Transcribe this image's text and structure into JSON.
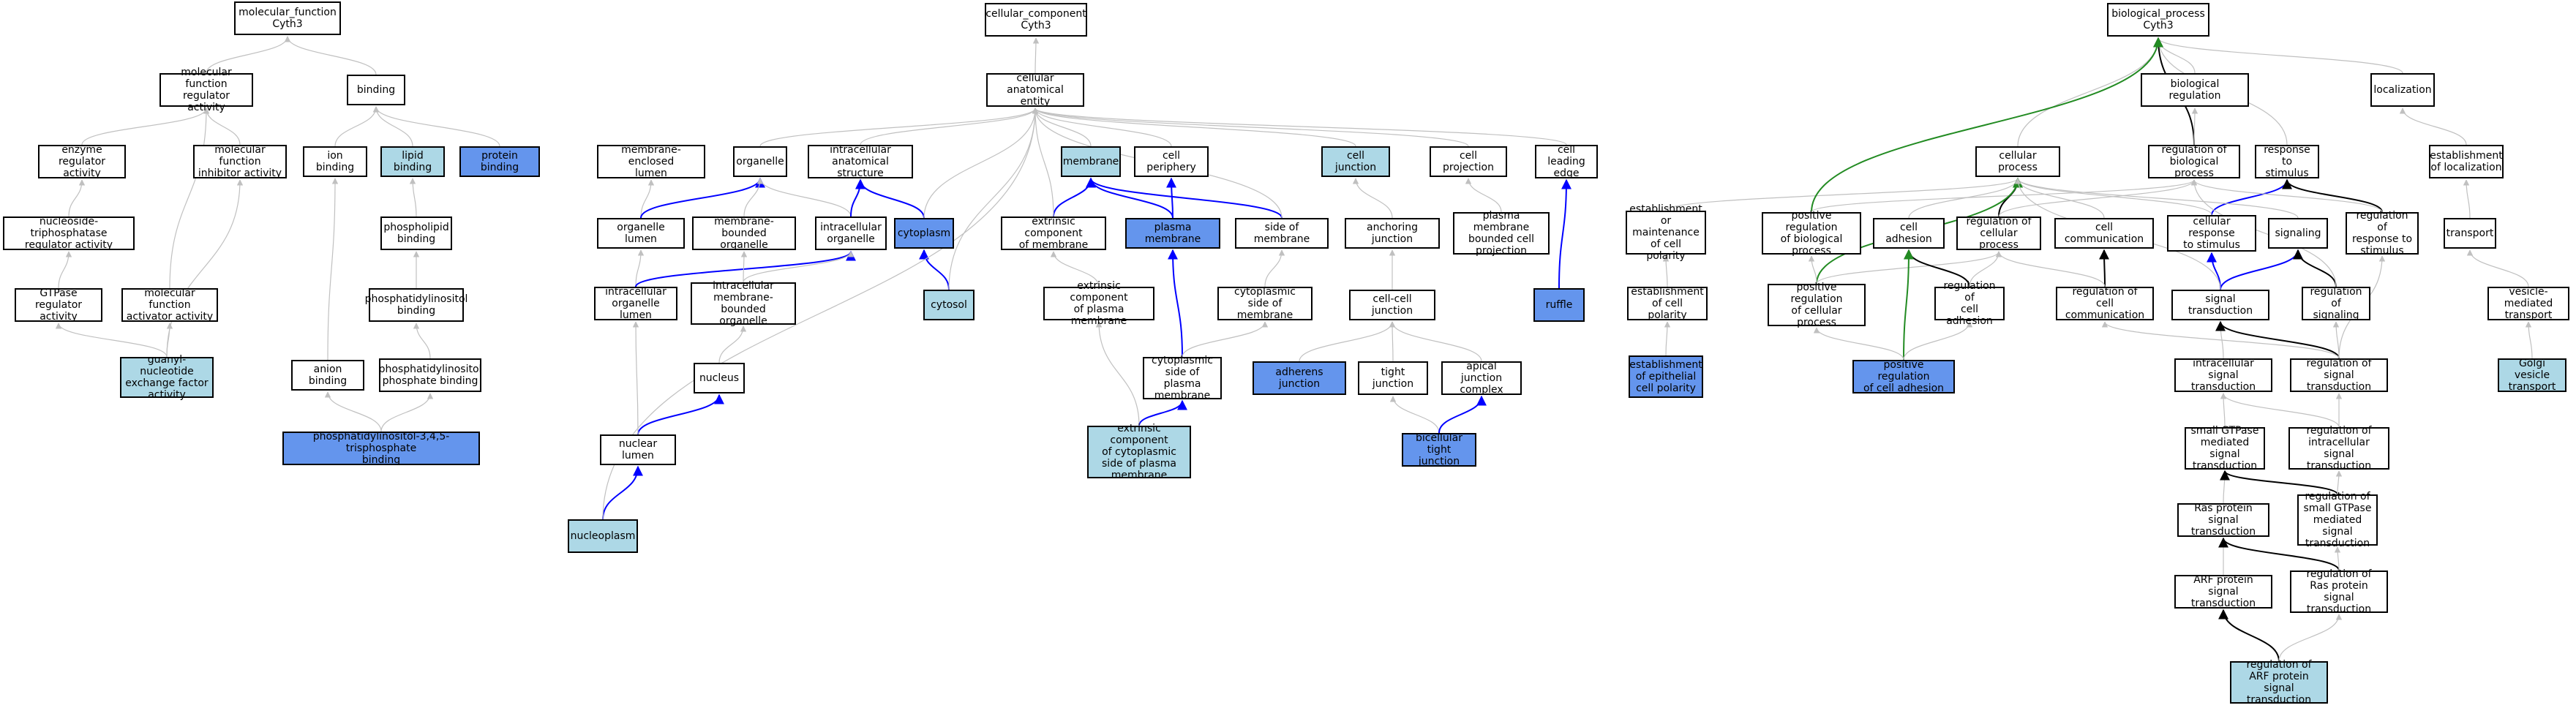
{
  "colors": {
    "edge_gray": "#c0c0c0",
    "edge_blue": "#0000ff",
    "edge_black": "#000000",
    "edge_green": "#228b22",
    "fill_light": "#add8e6",
    "fill_blue": "#6495ed"
  },
  "nodes": {
    "mf_root": {
      "label": "molecular_function\nCyth3",
      "fill": "none"
    },
    "mf_reg": {
      "label": "molecular function\nregulator activity",
      "fill": "none"
    },
    "binding": {
      "label": "binding",
      "fill": "none"
    },
    "enzyme_reg": {
      "label": "enzyme regulator\nactivity",
      "fill": "none"
    },
    "mf_inhib": {
      "label": "molecular function\ninhibitor activity",
      "fill": "none"
    },
    "ion_binding": {
      "label": "ion binding",
      "fill": "none"
    },
    "lipid_binding": {
      "label": "lipid binding",
      "fill": "light"
    },
    "protein_binding": {
      "label": "protein binding",
      "fill": "blue"
    },
    "ntp_reg": {
      "label": "nucleoside-triphosphatase\nregulator activity",
      "fill": "none"
    },
    "phospholipid_binding": {
      "label": "phospholipid\nbinding",
      "fill": "none"
    },
    "gtpase_reg": {
      "label": "GTPase regulator\nactivity",
      "fill": "none"
    },
    "mf_activator": {
      "label": "molecular function\nactivator activity",
      "fill": "none"
    },
    "pi_binding": {
      "label": "phosphatidylinositol\nbinding",
      "fill": "none"
    },
    "guanyl": {
      "label": "guanyl-nucleotide\nexchange factor\nactivity",
      "fill": "light"
    },
    "anion_binding": {
      "label": "anion binding",
      "fill": "none"
    },
    "pip_binding": {
      "label": "phosphatidylinositol\nphosphate binding",
      "fill": "none"
    },
    "pip3_binding": {
      "label": "phosphatidylinositol-3,4,5-trisphosphate\nbinding",
      "fill": "blue"
    },
    "cc_root": {
      "label": "cellular_component\nCyth3",
      "fill": "none"
    },
    "cae": {
      "label": "cellular anatomical\nentity",
      "fill": "none"
    },
    "mem_enclosed_lumen": {
      "label": "membrane-enclosed\nlumen",
      "fill": "none"
    },
    "organelle": {
      "label": "organelle",
      "fill": "none"
    },
    "ias": {
      "label": "intracellular\nanatomical structure",
      "fill": "none"
    },
    "membrane": {
      "label": "membrane",
      "fill": "light"
    },
    "cell_periphery": {
      "label": "cell periphery",
      "fill": "none"
    },
    "cell_junction": {
      "label": "cell junction",
      "fill": "light"
    },
    "cell_projection": {
      "label": "cell projection",
      "fill": "none"
    },
    "leading_edge": {
      "label": "cell leading\nedge",
      "fill": "none"
    },
    "organelle_lumen": {
      "label": "organelle lumen",
      "fill": "none"
    },
    "mbo": {
      "label": "membrane-bounded\norganelle",
      "fill": "none"
    },
    "intra_organelle": {
      "label": "intracellular\norganelle",
      "fill": "none"
    },
    "cytoplasm": {
      "label": "cytoplasm",
      "fill": "blue"
    },
    "ext_comp_mem": {
      "label": "extrinsic component\nof membrane",
      "fill": "none"
    },
    "plasma_membrane": {
      "label": "plasma membrane",
      "fill": "blue"
    },
    "side_mem": {
      "label": "side of membrane",
      "fill": "none"
    },
    "anchoring_junction": {
      "label": "anchoring junction",
      "fill": "none"
    },
    "pm_projection": {
      "label": "plasma membrane\nbounded cell\nprojection",
      "fill": "none"
    },
    "iol": {
      "label": "intracellular\norganelle lumen",
      "fill": "none"
    },
    "imbo": {
      "label": "intracellular\nmembrane-bounded\norganelle",
      "fill": "none"
    },
    "cytosol": {
      "label": "cytosol",
      "fill": "light"
    },
    "ext_comp_pm": {
      "label": "extrinsic component\nof plasma membrane",
      "fill": "none"
    },
    "cyto_side_mem": {
      "label": "cytoplasmic\nside of membrane",
      "fill": "none"
    },
    "cell_cell_junction": {
      "label": "cell-cell junction",
      "fill": "none"
    },
    "ruffle": {
      "label": "ruffle",
      "fill": "blue"
    },
    "nucleus": {
      "label": "nucleus",
      "fill": "none"
    },
    "cyto_side_pm": {
      "label": "cytoplasmic\nside of plasma\nmembrane",
      "fill": "none"
    },
    "adherens": {
      "label": "adherens junction",
      "fill": "blue"
    },
    "tight_junction": {
      "label": "tight junction",
      "fill": "none"
    },
    "apical_junction": {
      "label": "apical junction\ncomplex",
      "fill": "none"
    },
    "nuclear_lumen": {
      "label": "nuclear lumen",
      "fill": "none"
    },
    "ext_comp_cyto_pm": {
      "label": "extrinsic component\nof cytoplasmic\nside of plasma\nmembrane",
      "fill": "light"
    },
    "bicellular_tight": {
      "label": "bicellular tight\njunction",
      "fill": "blue"
    },
    "nucleoplasm": {
      "label": "nucleoplasm",
      "fill": "light"
    },
    "bp_root": {
      "label": "biological_process\nCyth3",
      "fill": "none"
    },
    "bio_reg": {
      "label": "biological regulation",
      "fill": "none"
    },
    "localization": {
      "label": "localization",
      "fill": "none"
    },
    "cellular_process": {
      "label": "cellular process",
      "fill": "none"
    },
    "reg_bio_proc": {
      "label": "regulation of\nbiological process",
      "fill": "none"
    },
    "resp_stim": {
      "label": "response to\nstimulus",
      "fill": "none"
    },
    "est_loc": {
      "label": "establishment\nof localization",
      "fill": "none"
    },
    "est_maint_polarity": {
      "label": "establishment\nor maintenance\nof cell polarity",
      "fill": "none"
    },
    "pos_reg_bio": {
      "label": "positive regulation\nof biological\nprocess",
      "fill": "none"
    },
    "cell_adhesion": {
      "label": "cell adhesion",
      "fill": "none"
    },
    "reg_cell_proc": {
      "label": "regulation of\ncellular process",
      "fill": "none"
    },
    "cell_comm": {
      "label": "cell communication",
      "fill": "none"
    },
    "cell_resp_stim": {
      "label": "cellular response\nto stimulus",
      "fill": "none"
    },
    "signaling": {
      "label": "signaling",
      "fill": "none"
    },
    "reg_resp_stim": {
      "label": "regulation of\nresponse to\nstimulus",
      "fill": "none"
    },
    "transport": {
      "label": "transport",
      "fill": "none"
    },
    "est_polarity": {
      "label": "establishment\nof cell polarity",
      "fill": "none"
    },
    "pos_reg_cell_proc": {
      "label": "positive regulation\nof cellular\nprocess",
      "fill": "none"
    },
    "reg_cell_adh": {
      "label": "regulation of\ncell adhesion",
      "fill": "none"
    },
    "reg_cell_comm": {
      "label": "regulation of\ncell communication",
      "fill": "none"
    },
    "signal_trans": {
      "label": "signal transduction",
      "fill": "none"
    },
    "reg_signaling": {
      "label": "regulation of\nsignaling",
      "fill": "none"
    },
    "vesicle_transport": {
      "label": "vesicle-mediated\ntransport",
      "fill": "none"
    },
    "est_epi_polarity": {
      "label": "establishment\nof epithelial\ncell polarity",
      "fill": "blue"
    },
    "pos_reg_cell_adh": {
      "label": "positive regulation\nof cell adhesion",
      "fill": "blue"
    },
    "intra_signal": {
      "label": "intracellular\nsignal transduction",
      "fill": "none"
    },
    "reg_signal_trans": {
      "label": "regulation of\nsignal transduction",
      "fill": "none"
    },
    "golgi_vesicle": {
      "label": "Golgi vesicle\ntransport",
      "fill": "light"
    },
    "small_gtpase": {
      "label": "small GTPase\nmediated signal\ntransduction",
      "fill": "none"
    },
    "reg_intra_signal": {
      "label": "regulation of\nintracellular\nsignal transduction",
      "fill": "none"
    },
    "ras_signal": {
      "label": "Ras protein\nsignal transduction",
      "fill": "none"
    },
    "reg_small_gtpase": {
      "label": "regulation of\nsmall GTPase\nmediated signal\ntransduction",
      "fill": "none"
    },
    "arf_signal": {
      "label": "ARF protein\nsignal transduction",
      "fill": "none"
    },
    "reg_ras": {
      "label": "regulation of\nRas protein\nsignal transduction",
      "fill": "none"
    },
    "reg_arf": {
      "label": "regulation of\nARF protein\nsignal transduction",
      "fill": "light"
    }
  },
  "edges": [
    [
      "mf_reg",
      "mf_root",
      "gray"
    ],
    [
      "binding",
      "mf_root",
      "gray"
    ],
    [
      "enzyme_reg",
      "mf_reg",
      "gray"
    ],
    [
      "mf_inhib",
      "mf_reg",
      "gray"
    ],
    [
      "ion_binding",
      "binding",
      "gray"
    ],
    [
      "lipid_binding",
      "binding",
      "gray"
    ],
    [
      "protein_binding",
      "binding",
      "gray"
    ],
    [
      "ntp_reg",
      "enzyme_reg",
      "gray"
    ],
    [
      "phospholipid_binding",
      "lipid_binding",
      "gray"
    ],
    [
      "gtpase_reg",
      "ntp_reg",
      "gray"
    ],
    [
      "mf_activator",
      "mf_reg",
      "gray"
    ],
    [
      "pi_binding",
      "phospholipid_binding",
      "gray"
    ],
    [
      "guanyl",
      "gtpase_reg",
      "gray"
    ],
    [
      "guanyl",
      "mf_activator",
      "gray"
    ],
    [
      "guanyl",
      "mf_inhib",
      "gray"
    ],
    [
      "anion_binding",
      "ion_binding",
      "gray"
    ],
    [
      "pip_binding",
      "pi_binding",
      "gray"
    ],
    [
      "pip3_binding",
      "anion_binding",
      "gray"
    ],
    [
      "pip3_binding",
      "pip_binding",
      "gray"
    ],
    [
      "cae",
      "cc_root",
      "gray"
    ],
    [
      "organelle",
      "cae",
      "gray"
    ],
    [
      "ias",
      "cae",
      "gray"
    ],
    [
      "membrane",
      "cae",
      "gray"
    ],
    [
      "cell_periphery",
      "cae",
      "gray"
    ],
    [
      "cell_junction",
      "cae",
      "gray"
    ],
    [
      "cell_projection",
      "cae",
      "gray"
    ],
    [
      "leading_edge",
      "cae",
      "gray"
    ],
    [
      "organelle_lumen",
      "mem_enclosed_lumen",
      "gray"
    ],
    [
      "organelle_lumen",
      "organelle",
      "blue"
    ],
    [
      "mbo",
      "organelle",
      "gray"
    ],
    [
      "intra_organelle",
      "organelle",
      "gray"
    ],
    [
      "intra_organelle",
      "ias",
      "blue"
    ],
    [
      "cytoplasm",
      "ias",
      "blue"
    ],
    [
      "cytoplasm",
      "cae",
      "gray"
    ],
    [
      "ext_comp_mem",
      "membrane",
      "blue"
    ],
    [
      "ext_comp_mem",
      "cae",
      "gray"
    ],
    [
      "plasma_membrane",
      "membrane",
      "blue"
    ],
    [
      "plasma_membrane",
      "cell_periphery",
      "blue"
    ],
    [
      "side_mem",
      "membrane",
      "blue"
    ],
    [
      "side_mem",
      "cae",
      "gray"
    ],
    [
      "anchoring_junction",
      "cell_junction",
      "gray"
    ],
    [
      "pm_projection",
      "cell_projection",
      "gray"
    ],
    [
      "iol",
      "organelle_lumen",
      "gray"
    ],
    [
      "iol",
      "intra_organelle",
      "blue"
    ],
    [
      "imbo",
      "mbo",
      "gray"
    ],
    [
      "imbo",
      "intra_organelle",
      "gray"
    ],
    [
      "cytosol",
      "cytoplasm",
      "blue"
    ],
    [
      "cytosol",
      "cae",
      "gray"
    ],
    [
      "ext_comp_pm",
      "ext_comp_mem",
      "gray"
    ],
    [
      "cyto_side_mem",
      "side_mem",
      "gray"
    ],
    [
      "cell_cell_junction",
      "anchoring_junction",
      "gray"
    ],
    [
      "ruffle",
      "leading_edge",
      "blue"
    ],
    [
      "nucleus",
      "imbo",
      "gray"
    ],
    [
      "cyto_side_pm",
      "plasma_membrane",
      "blue"
    ],
    [
      "cyto_side_pm",
      "cyto_side_mem",
      "gray"
    ],
    [
      "adherens",
      "cell_cell_junction",
      "gray"
    ],
    [
      "tight_junction",
      "cell_cell_junction",
      "gray"
    ],
    [
      "apical_junction",
      "cell_cell_junction",
      "gray"
    ],
    [
      "nuclear_lumen",
      "nucleus",
      "blue"
    ],
    [
      "nuclear_lumen",
      "iol",
      "gray"
    ],
    [
      "ext_comp_cyto_pm",
      "cyto_side_pm",
      "blue"
    ],
    [
      "ext_comp_cyto_pm",
      "ext_comp_pm",
      "gray"
    ],
    [
      "bicellular_tight",
      "tight_junction",
      "gray"
    ],
    [
      "bicellular_tight",
      "apical_junction",
      "blue"
    ],
    [
      "nucleoplasm",
      "nuclear_lumen",
      "blue"
    ],
    [
      "nucleoplasm",
      "cae",
      "gray"
    ],
    [
      "bio_reg",
      "bp_root",
      "gray"
    ],
    [
      "localization",
      "bp_root",
      "gray"
    ],
    [
      "cellular_process",
      "bp_root",
      "gray"
    ],
    [
      "reg_bio_proc",
      "bp_root",
      "black"
    ],
    [
      "reg_bio_proc",
      "bio_reg",
      "gray"
    ],
    [
      "resp_stim",
      "bp_root",
      "gray"
    ],
    [
      "est_loc",
      "localization",
      "gray"
    ],
    [
      "est_maint_polarity",
      "cellular_process",
      "gray"
    ],
    [
      "pos_reg_bio",
      "bp_root",
      "green"
    ],
    [
      "pos_reg_bio",
      "reg_bio_proc",
      "gray"
    ],
    [
      "cell_adhesion",
      "cellular_process",
      "gray"
    ],
    [
      "reg_cell_proc",
      "cellular_process",
      "black"
    ],
    [
      "reg_cell_proc",
      "reg_bio_proc",
      "gray"
    ],
    [
      "cell_comm",
      "cellular_process",
      "gray"
    ],
    [
      "cell_resp_stim",
      "resp_stim",
      "blue"
    ],
    [
      "cell_resp_stim",
      "cellular_process",
      "gray"
    ],
    [
      "signaling",
      "cellular_process",
      "gray"
    ],
    [
      "reg_resp_stim",
      "resp_stim",
      "black"
    ],
    [
      "reg_resp_stim",
      "reg_bio_proc",
      "gray"
    ],
    [
      "transport",
      "est_loc",
      "gray"
    ],
    [
      "est_polarity",
      "est_maint_polarity",
      "gray"
    ],
    [
      "pos_reg_cell_proc",
      "cellular_process",
      "green"
    ],
    [
      "pos_reg_cell_proc",
      "reg_cell_proc",
      "gray"
    ],
    [
      "pos_reg_cell_proc",
      "pos_reg_bio",
      "gray"
    ],
    [
      "reg_cell_adh",
      "cell_adhesion",
      "black"
    ],
    [
      "reg_cell_adh",
      "reg_cell_proc",
      "gray"
    ],
    [
      "reg_cell_comm",
      "cell_comm",
      "black"
    ],
    [
      "reg_cell_comm",
      "reg_cell_proc",
      "gray"
    ],
    [
      "signal_trans",
      "signaling",
      "blue"
    ],
    [
      "signal_trans",
      "cell_resp_stim",
      "blue"
    ],
    [
      "signal_trans",
      "cellular_process",
      "gray"
    ],
    [
      "reg_signaling",
      "signaling",
      "black"
    ],
    [
      "reg_signaling",
      "reg_bio_proc",
      "gray"
    ],
    [
      "vesicle_transport",
      "transport",
      "gray"
    ],
    [
      "est_epi_polarity",
      "est_polarity",
      "gray"
    ],
    [
      "pos_reg_cell_adh",
      "cell_adhesion",
      "green"
    ],
    [
      "pos_reg_cell_adh",
      "reg_cell_adh",
      "gray"
    ],
    [
      "pos_reg_cell_adh",
      "pos_reg_cell_proc",
      "gray"
    ],
    [
      "intra_signal",
      "signal_trans",
      "gray"
    ],
    [
      "reg_signal_trans",
      "signal_trans",
      "black"
    ],
    [
      "reg_signal_trans",
      "reg_signaling",
      "gray"
    ],
    [
      "reg_signal_trans",
      "reg_cell_comm",
      "gray"
    ],
    [
      "reg_signal_trans",
      "reg_resp_stim",
      "gray"
    ],
    [
      "golgi_vesicle",
      "vesicle_transport",
      "gray"
    ],
    [
      "small_gtpase",
      "intra_signal",
      "gray"
    ],
    [
      "reg_intra_signal",
      "intra_signal",
      "gray"
    ],
    [
      "reg_intra_signal",
      "reg_signal_trans",
      "gray"
    ],
    [
      "ras_signal",
      "small_gtpase",
      "gray"
    ],
    [
      "reg_small_gtpase",
      "small_gtpase",
      "black"
    ],
    [
      "reg_small_gtpase",
      "reg_intra_signal",
      "gray"
    ],
    [
      "arf_signal",
      "ras_signal",
      "gray"
    ],
    [
      "reg_ras",
      "ras_signal",
      "black"
    ],
    [
      "reg_ras",
      "reg_small_gtpase",
      "gray"
    ],
    [
      "reg_arf",
      "arf_signal",
      "black"
    ],
    [
      "reg_arf",
      "reg_ras",
      "gray"
    ]
  ]
}
